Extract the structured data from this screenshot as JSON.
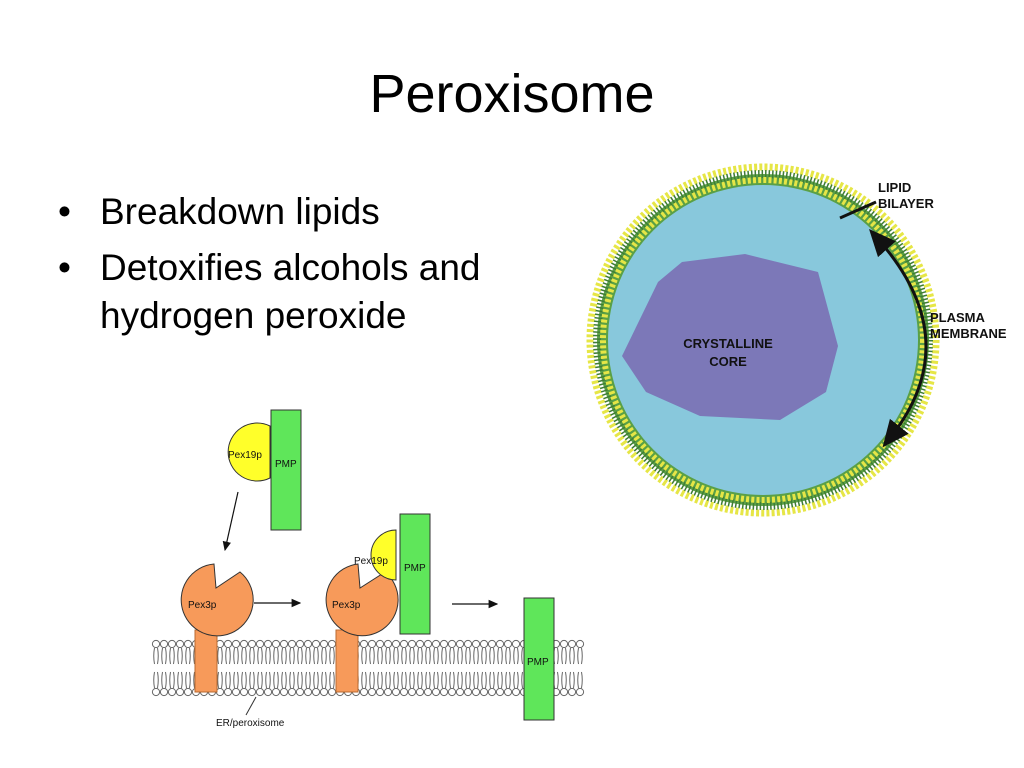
{
  "slide": {
    "title": "Peroxisome",
    "bullets": [
      "Breakdown lipids",
      "Detoxifies alcohols and hydrogen peroxide"
    ]
  },
  "peroxisome_diagram": {
    "core_label": [
      "CRYSTALLINE",
      "CORE"
    ],
    "lipid_bilayer_label": [
      "LIPID",
      "BILAYER"
    ],
    "plasma_membrane_label": [
      "PLASMA",
      "MEMBRANE"
    ]
  },
  "import_diagram": {
    "pex19p_label": "Pex19p",
    "pmp_label": "PMP",
    "pex3p_label": "Pex3p",
    "membrane_label": "ER/peroxisome"
  },
  "colors": {
    "lumen": "#88c8dc",
    "core": "#7c78b8",
    "bilayer_green": "#5aa046",
    "bilayer_yellow": "#e6e646",
    "pmp_green": "#5fe65a",
    "pex19p_yellow": "#ffff2a",
    "pex3p_orange": "#f79a5a"
  }
}
